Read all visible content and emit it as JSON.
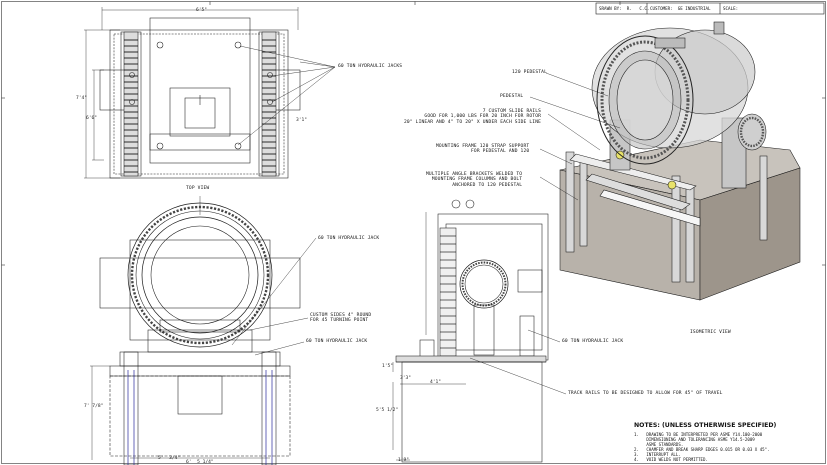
{
  "title_block": {
    "cell_a": "SRAWN BY:  R.   C.C.",
    "cell_b": "CUSTOMER:  GE INDUSTRIAL",
    "cell_c": "SCALE:"
  },
  "views": {
    "top_view": "TOP VIEW",
    "isometric_view": "ISOMETRIC VIEW"
  },
  "callouts": {
    "hyd_jacks_top": "60 TON HYDRAULIC JACKS",
    "hyd_jack_front_upper": "60 TON HYDRAULIC JACK",
    "custom_sides": "CUSTOM SIDES 4\" ROUND\nFOR 45 TURNING POINT",
    "hyd_jack_front_lower": "60 TON HYDRAULIC JACK",
    "hyd_jack_side": "60 TON HYDRAULIC JACK",
    "pedestal_120": "120 PEDESTAL",
    "pedestal": "PEDESTAL",
    "custom_slide_rails": "7 CUSTOM SLIDE RAILS\nGOOD FOR 1,000 LBS FOR 20 INCH FOR ROTOR\n20\" LINEAR AND 4\" TO 20\" X UNDER EACH SIDE LINE",
    "mounting_frame": "MOUNTING FRAME 120 STRAP SUPPORT\nFOR PEDESTAL AND 120",
    "mult_angle_brackets": "MULTIPLE ANGLE BRACKETS WELDED TO\nMOUNTING FRAME COLUMNS AND BOLT\nANCHORED TO 120 PEDESTAL",
    "track_rails": "TRACK RAILS TO BE DESIGNED TO ALLOW FOR 45\" OF TRAVEL"
  },
  "dimensions": {
    "top_width": "6'5\"",
    "top_left_span": "7'4\"",
    "top_left_inner": "6'6\"",
    "side_right_w": "3'1\"",
    "front_height": "7' 7/8\"",
    "front_bottom_w": "5'  3/4\"",
    "front_base_w": "6'  5 1/4\"",
    "side_h_small": "1'5\"",
    "side_h_mid": "3'3\"",
    "side_inner": "4'1\"",
    "side_height": "5'5 1/2\"",
    "side_bottom": "1'9\""
  },
  "notes": {
    "heading": "NOTES: (UNLESS OTHERWISE SPECIFIED)",
    "items": [
      "1.   DRAWING TO BE INTERPRETED PER ASME Y14.100-2000",
      "     DIMENSIONING AND TOLERANCING ASME Y14.5-2009",
      "     ASME STANDARDS.",
      "2.   CHAMFER AND BREAK SHARP EDGES 0.015 OR 0.03 X 45°.",
      "3.   INTERRUPT ALL.",
      "4.   VOID WELDS NOT PERMITTED."
    ]
  }
}
